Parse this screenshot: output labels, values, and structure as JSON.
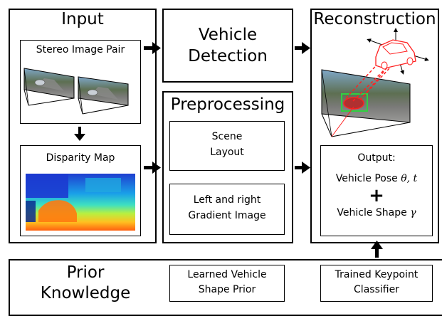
{
  "input": {
    "title": "Input",
    "stereo_title": "Stereo Image Pair",
    "disparity_title": "Disparity Map"
  },
  "detection": {
    "line1": "Vehicle",
    "line2": "Detection"
  },
  "preprocessing": {
    "title": "Preprocessing",
    "scene_line1": "Scene",
    "scene_line2": "Layout",
    "gradient_line1": "Left and right",
    "gradient_line2": "Gradient Image"
  },
  "reconstruction": {
    "title": "Reconstruction",
    "output_title": "Output:",
    "pose_label": "Vehicle Pose",
    "pose_symbol": "θ, t",
    "plus": "+",
    "shape_label": "Vehicle Shape",
    "shape_symbol": "γ"
  },
  "prior": {
    "title_line1": "Prior",
    "title_line2": "Knowledge",
    "shape_prior_line1": "Learned Vehicle",
    "shape_prior_line2": "Shape Prior",
    "keypoint_line1": "Trained Keypoint",
    "keypoint_line2": "Classifier"
  }
}
